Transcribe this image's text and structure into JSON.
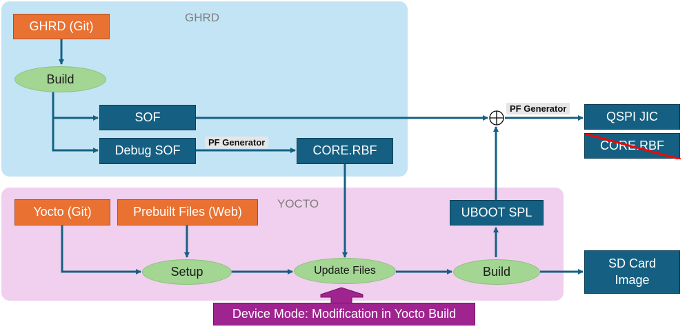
{
  "regions": {
    "ghrd": {
      "title": "GHRD",
      "color": "#c3e4f5"
    },
    "yocto": {
      "title": "YOCTO",
      "color": "#f1cfee"
    }
  },
  "nodes": {
    "ghrd_git": "GHRD (Git)",
    "ghrd_build": "Build",
    "sof": "SOF",
    "debug_sof": "Debug SOF",
    "core_rbf": "CORE.RBF",
    "qspi_jic": "QSPI JIC",
    "core_rbf_struck": "CORE.RBF",
    "yocto_git": "Yocto (Git)",
    "prebuilt": "Prebuilt Files (Web)",
    "setup": "Setup",
    "update_files": "Update Files",
    "yocto_build": "Build",
    "uboot_spl": "UBOOT SPL",
    "sd_card": "SD Card Image"
  },
  "edge_labels": {
    "pf_gen_1": "PF Generator",
    "pf_gen_2": "PF Generator"
  },
  "callout": "Device Mode: Modification in Yocto Build",
  "colors": {
    "orange": "#e97132",
    "dark_blue": "#156082",
    "green": "#a3d593",
    "purple": "#a0248f",
    "strike": "#ff0000"
  }
}
